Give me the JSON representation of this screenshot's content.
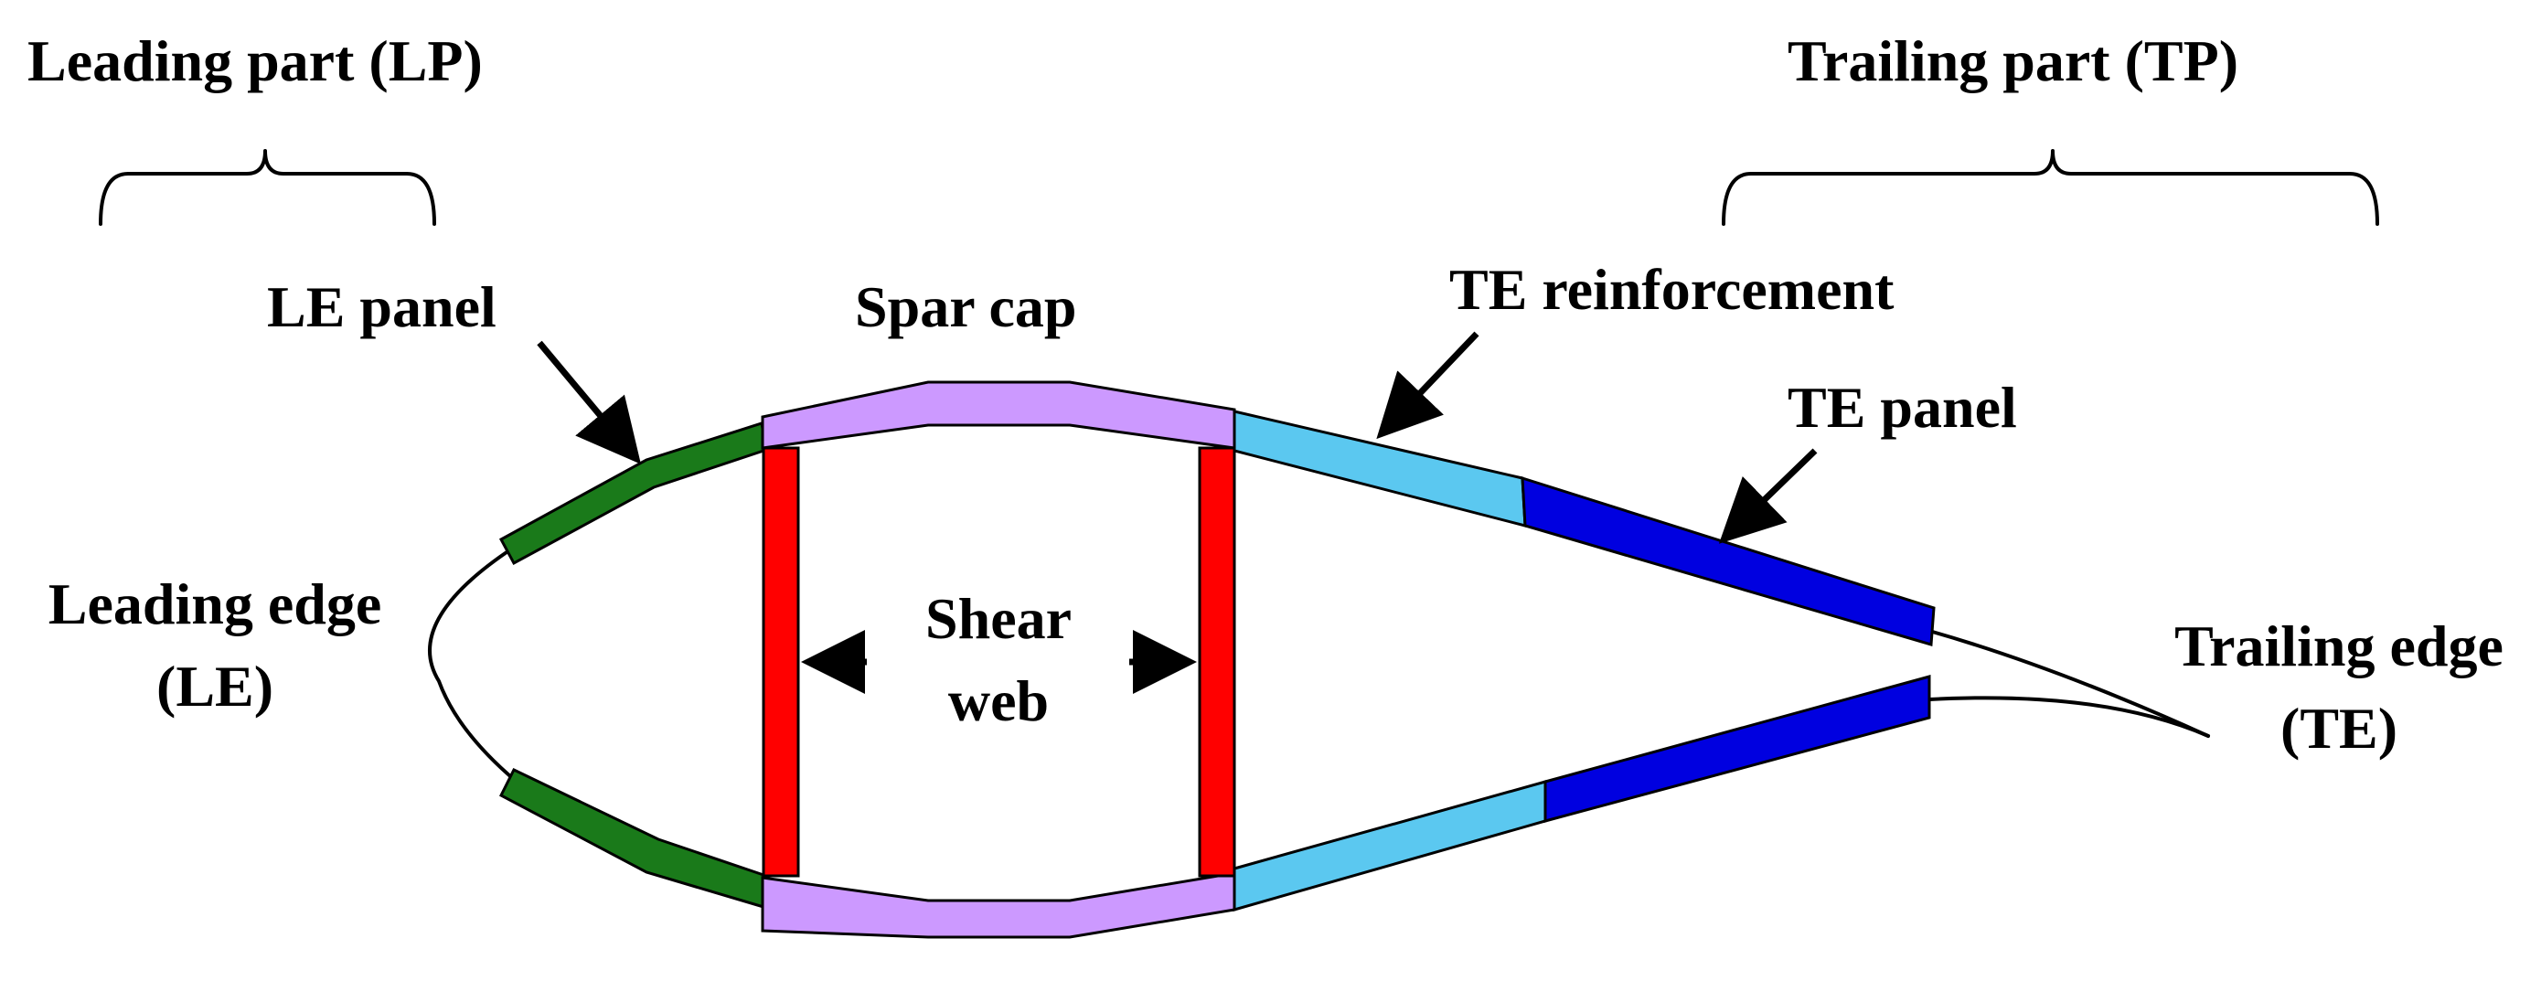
{
  "labels": {
    "leading_part": "Leading part (LP)",
    "trailing_part": "Trailing part (TP)",
    "le_panel": "LE panel",
    "spar_cap": "Spar cap",
    "te_reinforcement": "TE reinforcement",
    "te_panel": "TE panel",
    "leading_edge_line1": "Leading edge",
    "leading_edge_line2": "(LE)",
    "shear_line1": "Shear",
    "shear_line2": "web",
    "trailing_edge_line1": "Trailing edge",
    "trailing_edge_line2": "(TE)"
  },
  "colors": {
    "le_panel": "#1a7a1a",
    "spar_cap": "#cc99ff",
    "shear_web": "#ff0000",
    "te_reinforcement": "#5bc8f0",
    "te_panel": "#0000e0",
    "outline": "#000000"
  }
}
